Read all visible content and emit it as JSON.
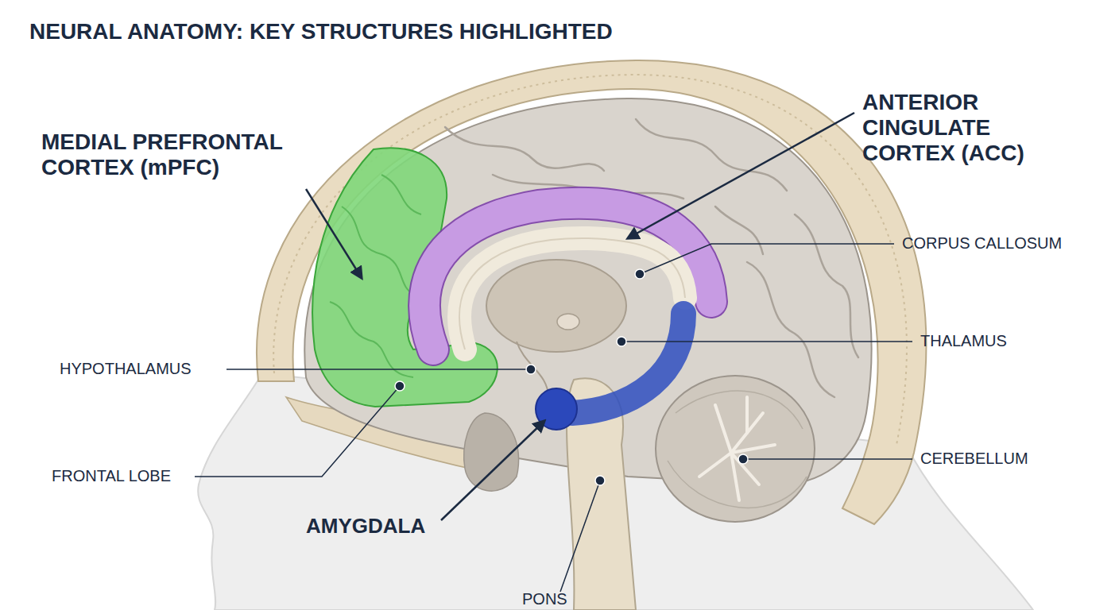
{
  "diagram": {
    "title": "NEURAL ANATOMY: KEY STRUCTURES HIGHLIGHTED",
    "labels": [
      "MEDIAL PREFRONTAL CORTEX (mPFC)",
      "ANTERIOR CINGULATE CORTEX (ACC)",
      "CORPUS CALLOSUM",
      "HYPOTHALAMUS",
      "THALAMUS",
      "FRONTAL LOBE",
      "CEREBELLUM",
      "AMYGDALA",
      "PONS"
    ]
  }
}
